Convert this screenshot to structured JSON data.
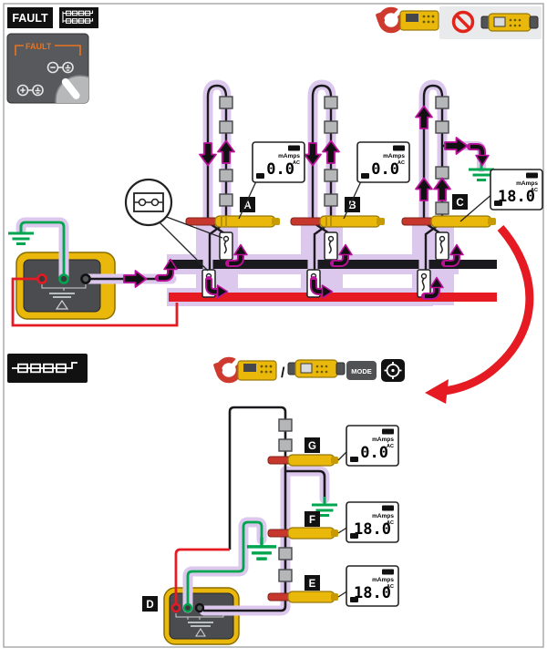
{
  "header": {
    "fault_label": "FAULT"
  },
  "fault_panel": {
    "title": "FAULT"
  },
  "toolbar": {
    "mode_label": "MODE",
    "or_separator": "/"
  },
  "callout_labels": {
    "a": "A",
    "b": "B",
    "c": "C",
    "d": "D",
    "e": "E",
    "f": "F",
    "g": "G"
  },
  "displays": {
    "a": {
      "value": "0.0",
      "unit": "mAmps",
      "mode": "AC"
    },
    "b": {
      "value": "0.0",
      "unit": "mAmps",
      "mode": "AC"
    },
    "c": {
      "value": "18.0",
      "unit": "mAmps",
      "mode": "AC"
    },
    "g": {
      "value": "0.0",
      "unit": "mAmps",
      "mode": "AC"
    },
    "f": {
      "value": "18.0",
      "unit": "mAmps",
      "mode": "AC"
    },
    "e": {
      "value": "18.0",
      "unit": "mAmps",
      "mode": "AC"
    }
  },
  "colors": {
    "signal_glow": "#dcc8ec",
    "arrow_outline_magenta": "#bb1199",
    "wire_red": "#e51a23",
    "earth_green": "#00a54f",
    "instrument_yellow": "#eab80a",
    "busbar_black": "#1a1a1e",
    "busbar_red": "#e51a23"
  }
}
